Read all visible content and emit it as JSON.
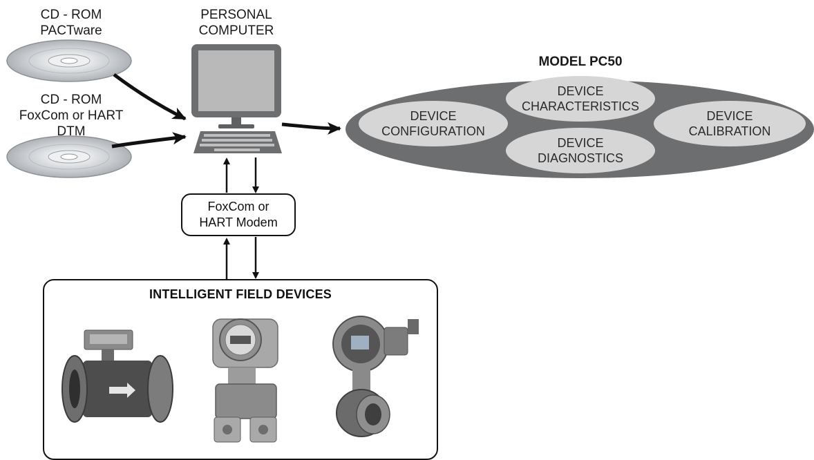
{
  "cdrom_pactware": {
    "line1": "CD - ROM",
    "line2": "PACTware"
  },
  "cdrom_dtm": {
    "line1": "CD - ROM",
    "line2": "FoxCom or HART",
    "line3": "DTM"
  },
  "pc": {
    "line1": "PERSONAL",
    "line2": "COMPUTER"
  },
  "model": {
    "title": "MODEL PC50",
    "items": [
      {
        "line1": "DEVICE",
        "line2": "CHARACTERISTICS"
      },
      {
        "line1": "DEVICE",
        "line2": "CONFIGURATION"
      },
      {
        "line1": "DEVICE",
        "line2": "CALIBRATION"
      },
      {
        "line1": "DEVICE",
        "line2": "DIAGNOSTICS"
      }
    ]
  },
  "modem": {
    "line1": "FoxCom or",
    "line2": "HART Modem"
  },
  "field": {
    "title": "INTELLIGENT FIELD DEVICES"
  },
  "colors": {
    "ellipse_outer": "#6d6e70",
    "ellipse_inner": "#d6d6d6",
    "ink": "#111111"
  }
}
